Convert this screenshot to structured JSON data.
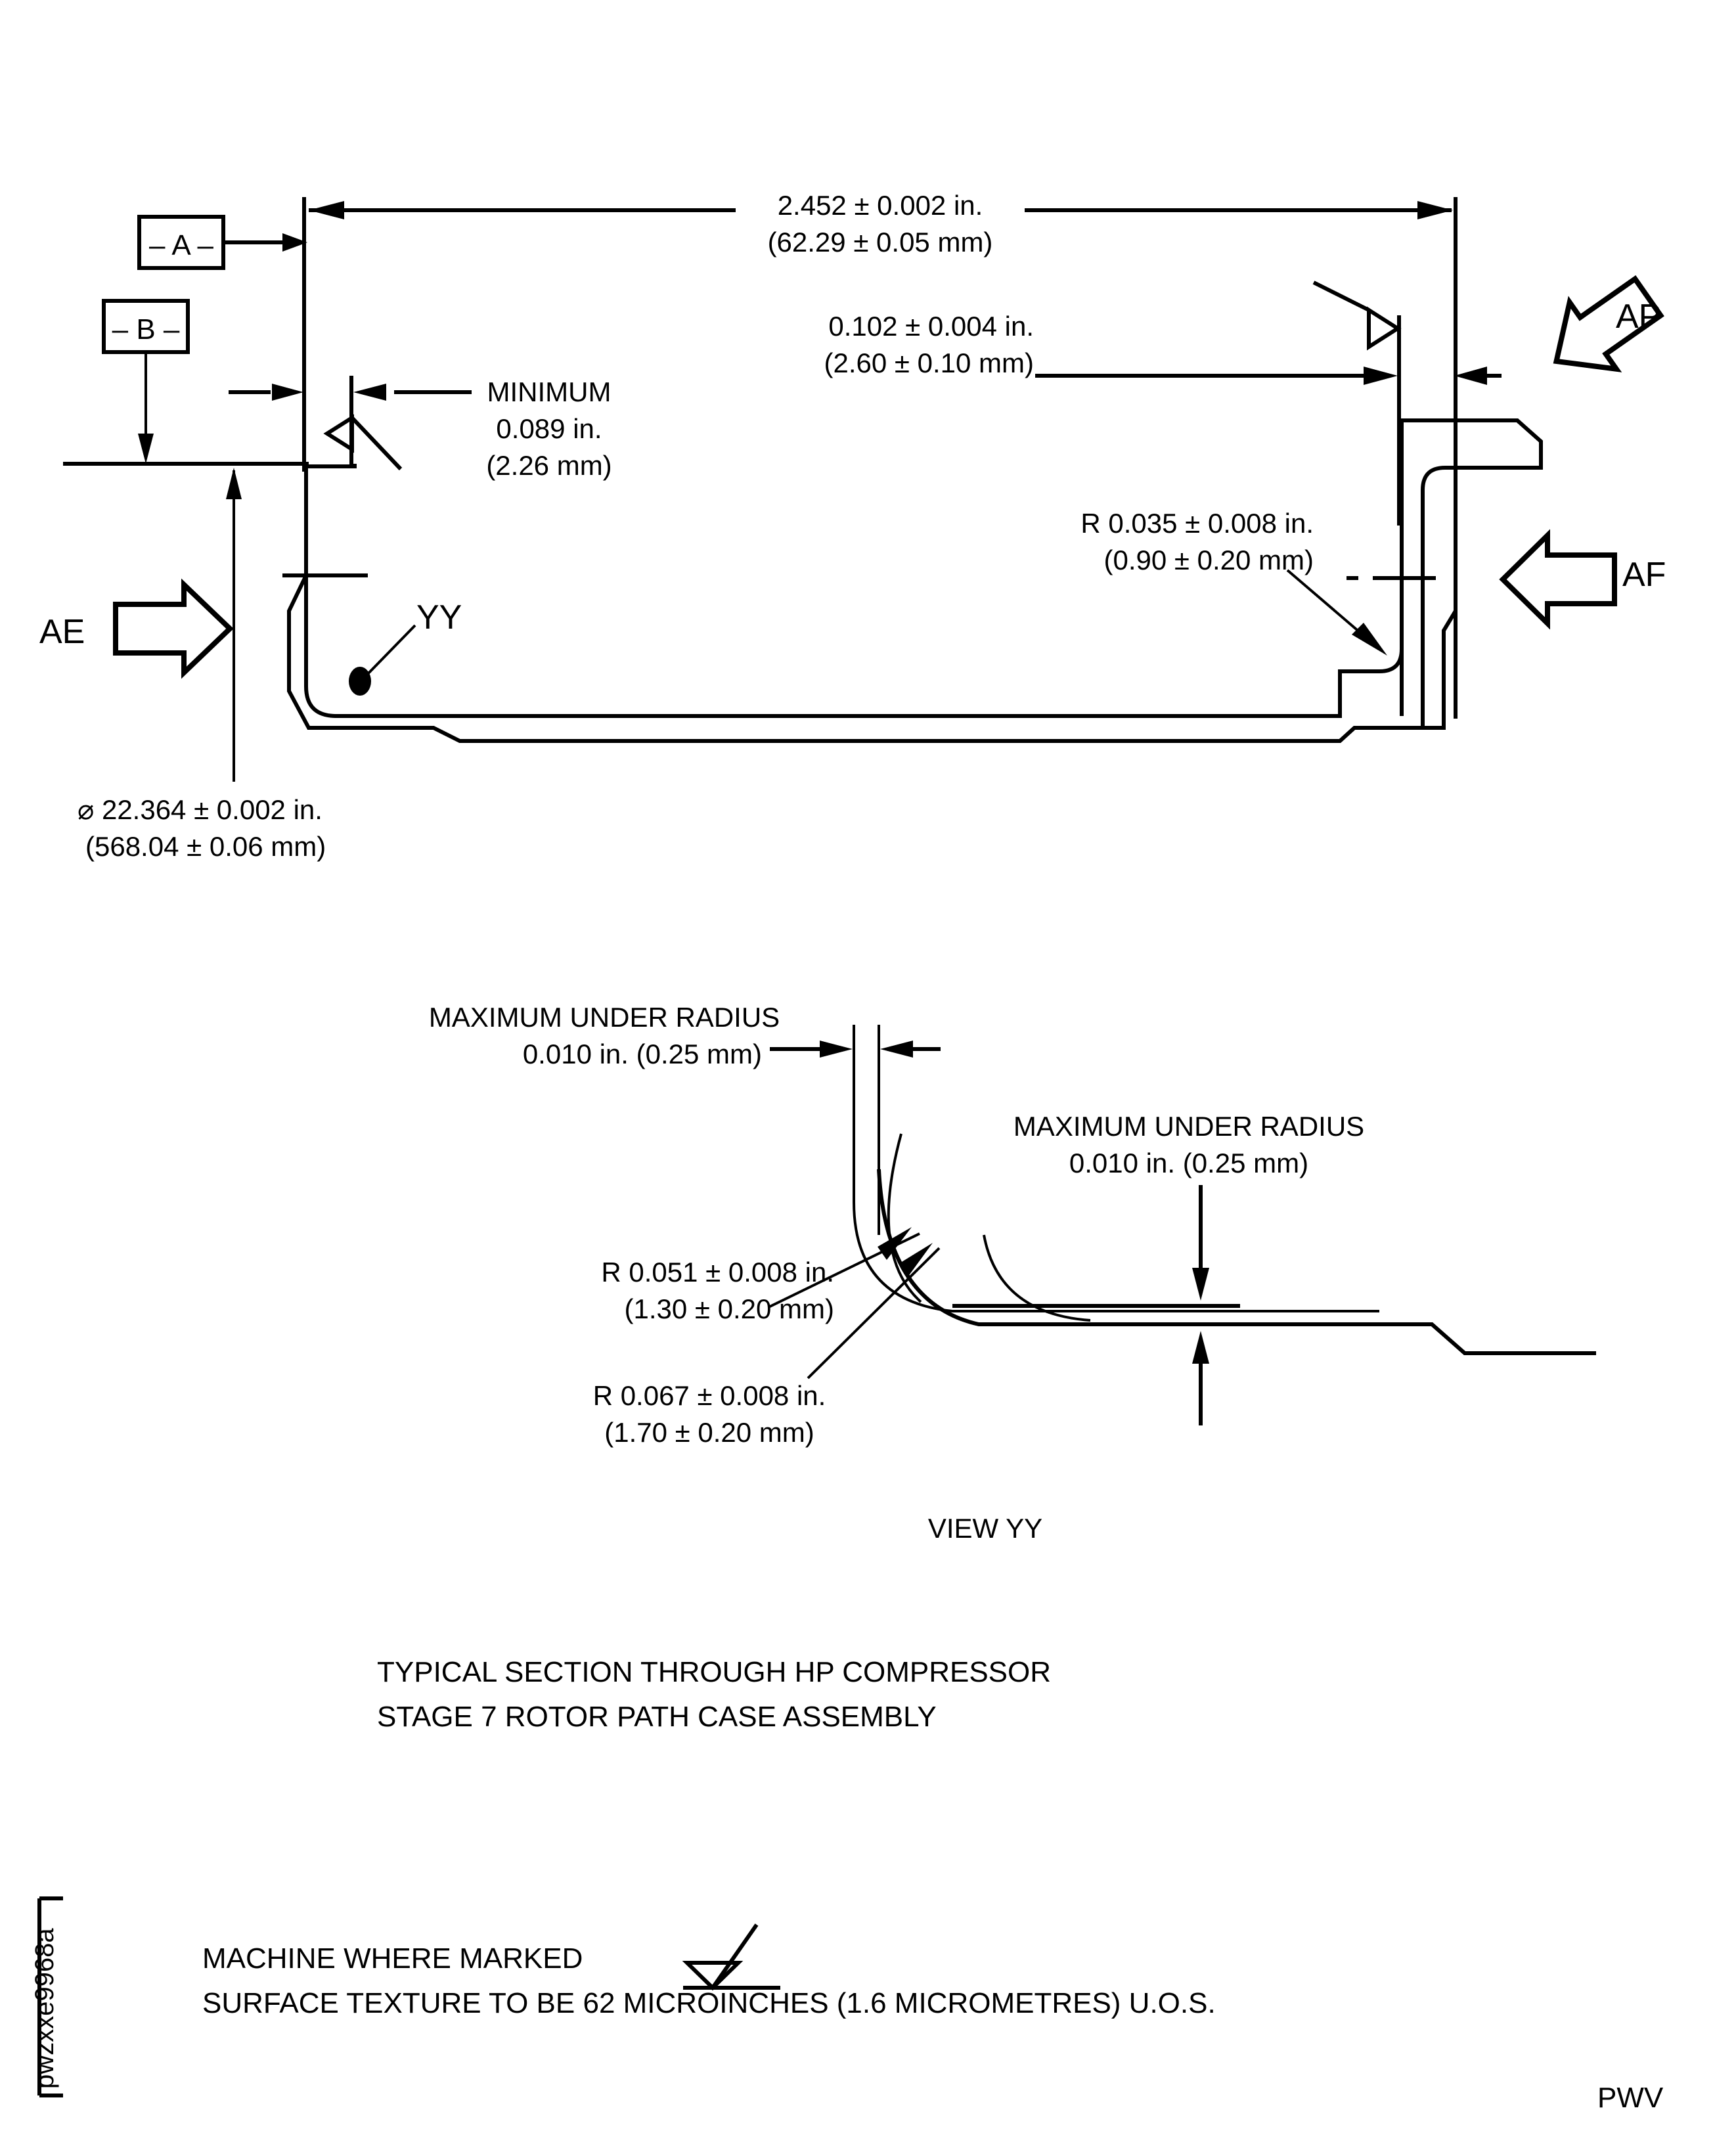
{
  "drawing": {
    "title_lines": [
      "TYPICAL SECTION THROUGH HP COMPRESSOR",
      "STAGE 7 ROTOR PATH CASE ASSEMBLY"
    ],
    "view_label": "VIEW YY",
    "detail_callout": "YY",
    "sheet_code_vertical": "pwzxxe9968a",
    "sheet_code_footer": "PWV"
  },
  "datums": [
    {
      "name": "datum-a",
      "label": "– A –"
    },
    {
      "name": "datum-b",
      "label": "– B –"
    }
  ],
  "view_arrows": [
    {
      "name": "view-arrow-ae",
      "label": "AE",
      "direction": "right"
    },
    {
      "name": "view-arrow-ap",
      "label": "AP",
      "direction": "left-down"
    },
    {
      "name": "view-arrow-af",
      "label": "AF",
      "direction": "left"
    }
  ],
  "dimensions": {
    "overall_length": {
      "inch": "2.452 ± 0.002 in.",
      "mm": "(62.29 ± 0.05 mm)"
    },
    "minimum_wall": {
      "note": "MINIMUM",
      "inch": "0.089 in.",
      "mm": "(2.26 mm)"
    },
    "flange_thickness": {
      "inch": "0.102 ± 0.004 in.",
      "mm": "(2.60 ± 0.10 mm)"
    },
    "corner_radius": {
      "inch": "R 0.035 ± 0.008 in.",
      "mm": "(0.90 ± 0.20 mm)"
    },
    "bore_diameter": {
      "inch": "⌀ 22.364 ± 0.002 in.",
      "mm": "(568.04 ± 0.06 mm)"
    }
  },
  "detail_view": {
    "under_radius_left": {
      "note": "MAXIMUM UNDER RADIUS",
      "value": "0.010 in. (0.25 mm)"
    },
    "under_radius_right": {
      "note": "MAXIMUM UNDER RADIUS",
      "value": "0.010 in. (0.25 mm)"
    },
    "radius_inner": {
      "inch": "R 0.051 ± 0.008 in.",
      "mm": "(1.30 ± 0.20 mm)"
    },
    "radius_outer": {
      "inch": "R 0.067 ± 0.008 in.",
      "mm": "(1.70 ± 0.20 mm)"
    }
  },
  "notes": {
    "machine_note": "MACHINE WHERE MARKED",
    "surface_note": "SURFACE TEXTURE TO BE 62 MICROINCHES (1.6 MICROMETRES) U.O.S."
  },
  "colors": {
    "line": "#000000",
    "background": "#ffffff"
  }
}
